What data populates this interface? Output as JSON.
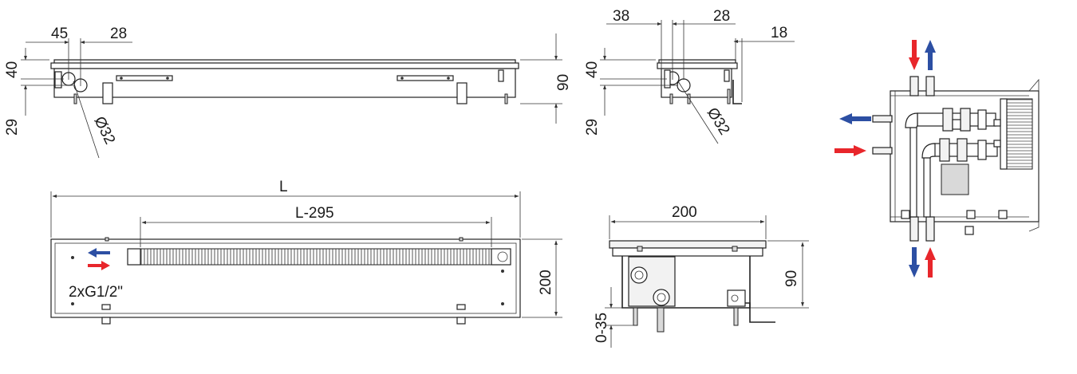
{
  "side_left": {
    "dim_45": "45",
    "dim_28": "28",
    "dim_40": "40",
    "dim_29": "29",
    "dim_90": "90",
    "dim_d32": "Ø32"
  },
  "side_right": {
    "dim_38": "38",
    "dim_28": "28",
    "dim_18": "18",
    "dim_40": "40",
    "dim_29": "29",
    "dim_d32": "Ø32"
  },
  "top_view": {
    "dim_L": "L",
    "dim_L295": "L-295",
    "dim_200": "200",
    "connection": "2xG1/2\""
  },
  "section_view": {
    "dim_200": "200",
    "dim_90": "90",
    "dim_035": "0-35"
  },
  "colors": {
    "supply": "#e8262b",
    "return": "#2c4fa3",
    "frame": "#222222"
  }
}
